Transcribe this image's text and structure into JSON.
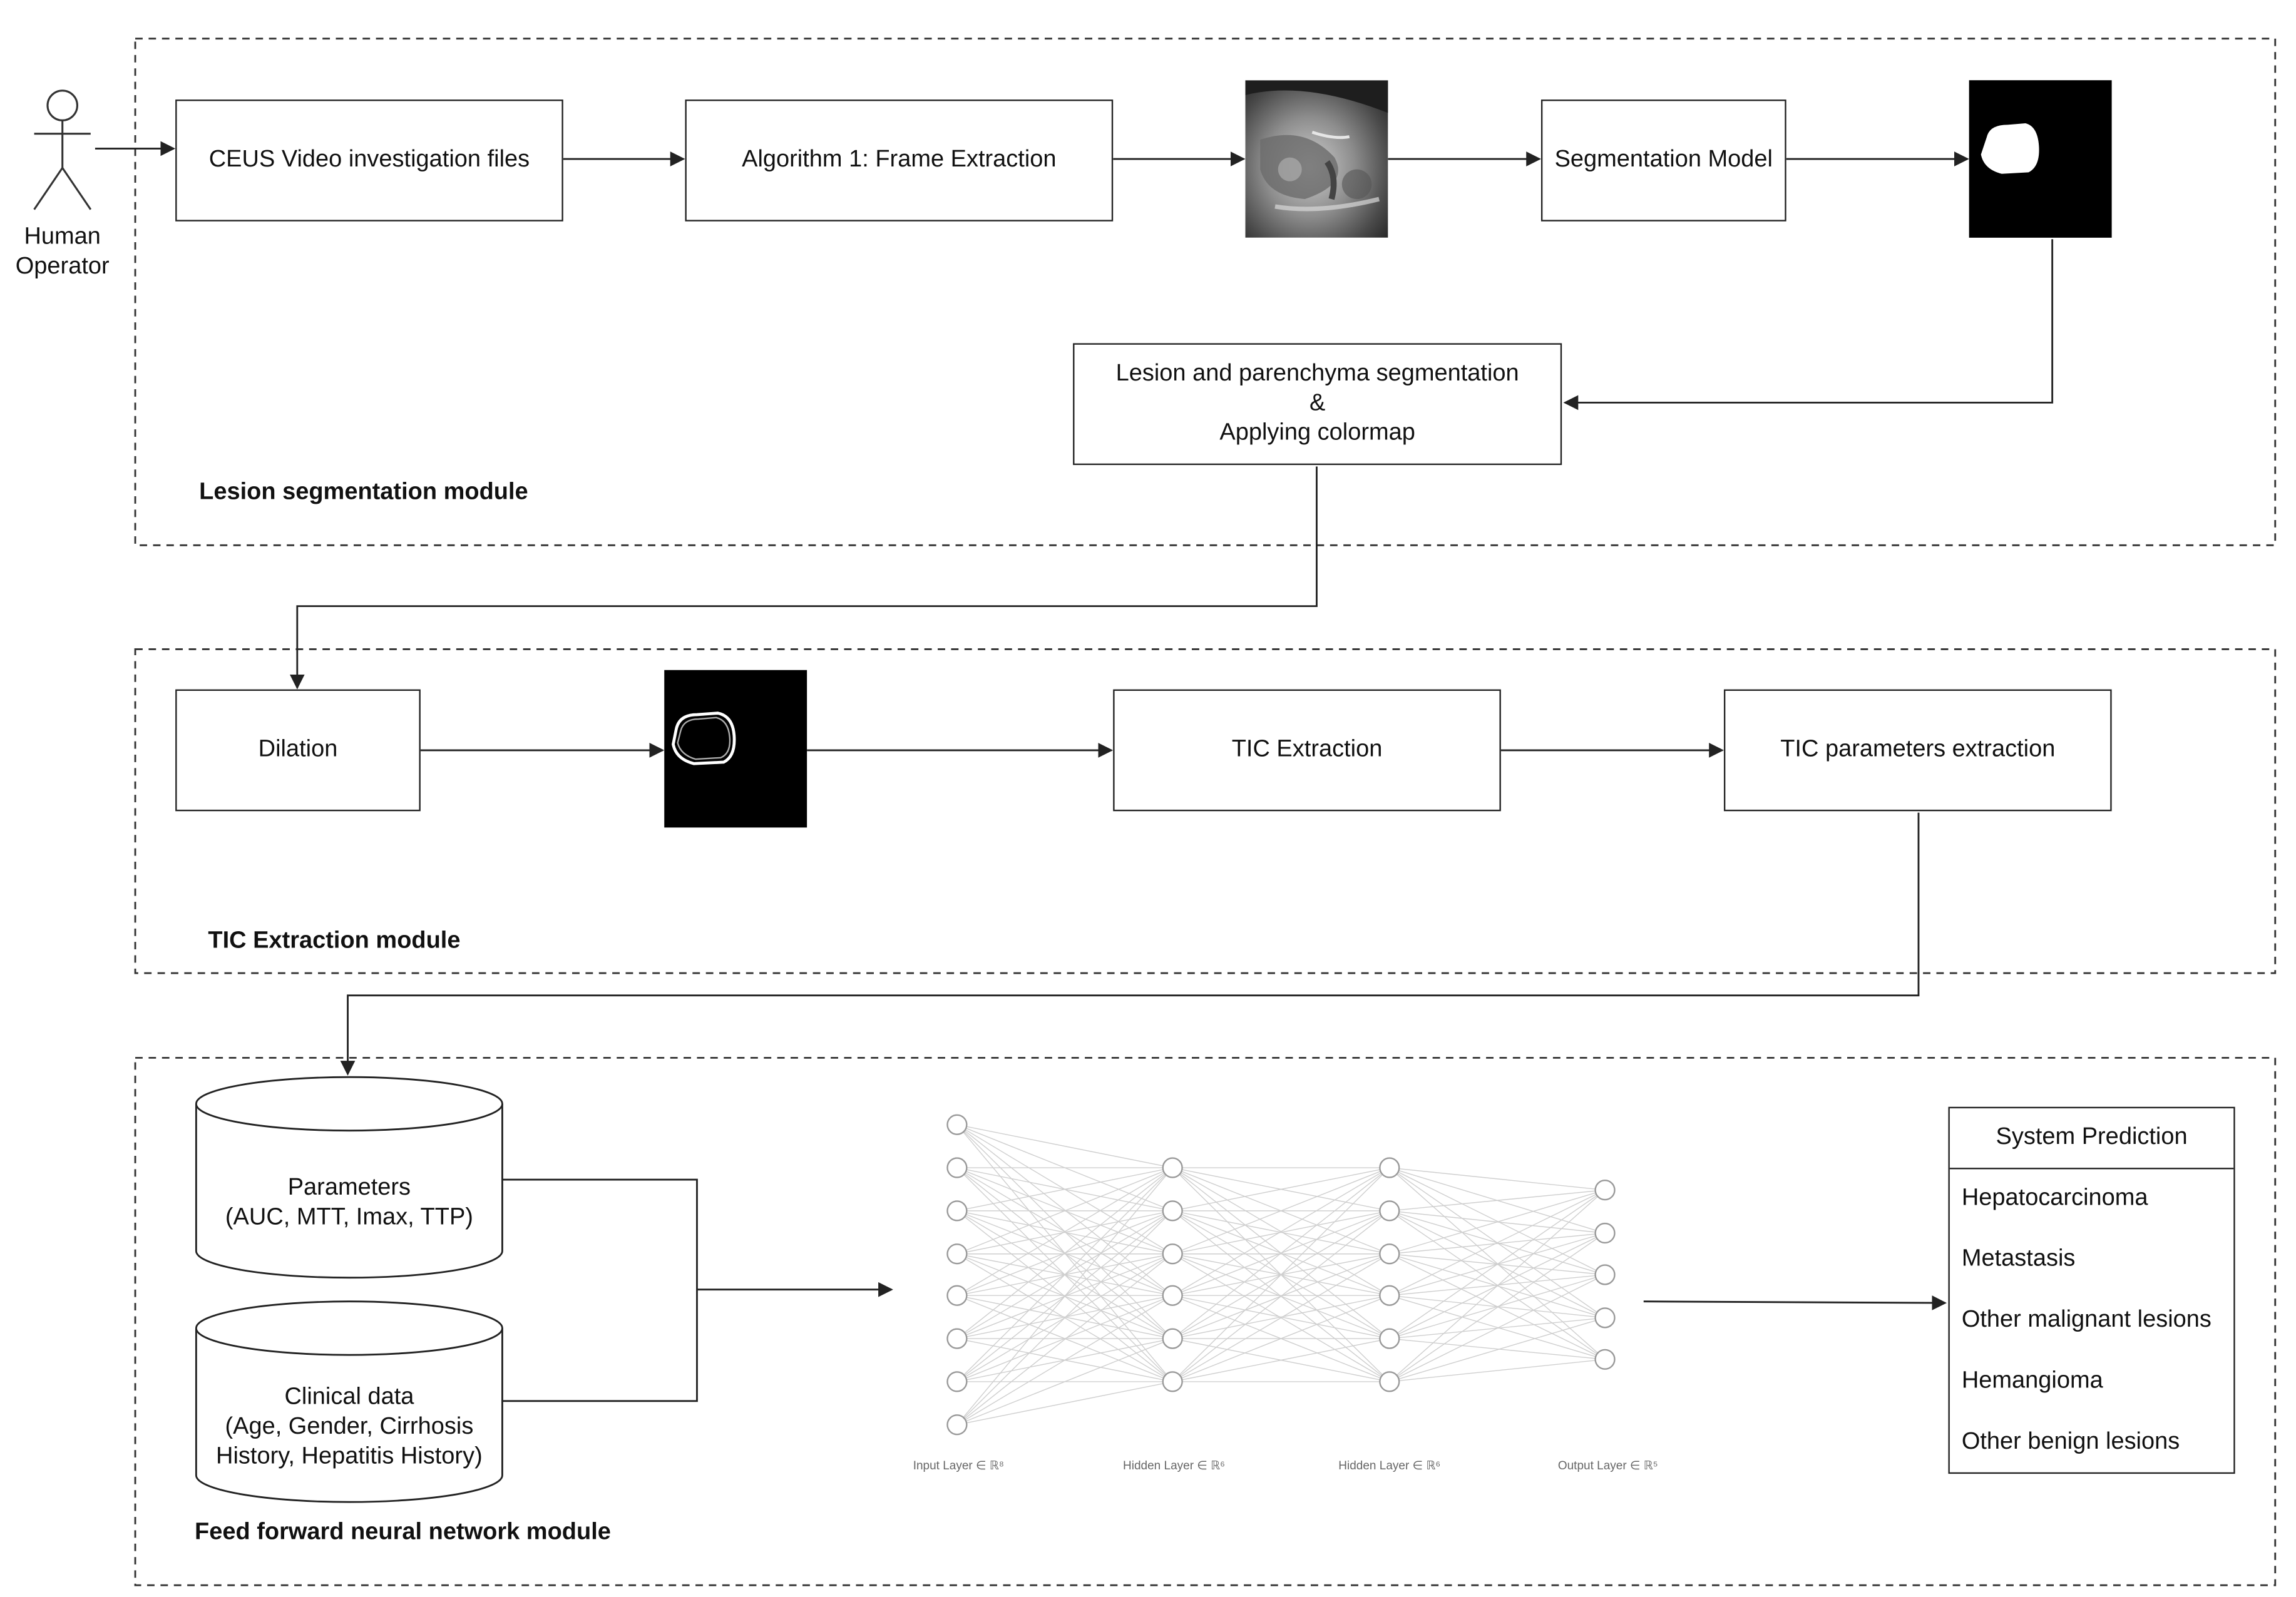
{
  "actor": {
    "label_line1": "Human",
    "label_line2": "Operator"
  },
  "modules": {
    "segmentation": {
      "title": "Lesion segmentation module",
      "ceus_box": "CEUS Video investigation files",
      "algo_box": "Algorithm 1: Frame Extraction",
      "seg_model_box": "Segmentation Model",
      "lesion_box": {
        "line1": "Lesion and parenchyma segmentation",
        "line2": "&",
        "line3": "Applying colormap"
      },
      "ultrasound_image_icon": "ultrasound-frame-image",
      "mask_image_icon": "binary-mask-image"
    },
    "tic": {
      "title": "TIC Extraction module",
      "dilation_box": "Dilation",
      "tic_box": "TIC Extraction",
      "tic_params_box": "TIC parameters extraction",
      "contour_image_icon": "dilated-contour-image"
    },
    "ffnn": {
      "title": "Feed forward neural network module",
      "params_db": {
        "line1": "Parameters",
        "line2": "(AUC, MTT, Imax, TTP)"
      },
      "clinical_db": {
        "line1": "Clinical data",
        "line2": "(Age, Gender, Cirrhosis",
        "line3": "History, Hepatitis History)"
      },
      "nn_labels": [
        "Input Layer ∈ ℝ⁸",
        "Hidden Layer ∈ ℝ⁶",
        "Hidden Layer ∈ ℝ⁶",
        "Output Layer ∈ ℝ⁵"
      ],
      "prediction": {
        "header": "System Prediction",
        "items": [
          "Hepatocarcinoma",
          "Metastasis",
          "Other malignant lesions",
          "Hemangioma",
          "Other benign lesions"
        ]
      }
    }
  },
  "colors": {
    "line": "#222222",
    "dashed_border": "#333333",
    "nn_node": "#999999",
    "nn_edge": "#cfcfcf"
  }
}
